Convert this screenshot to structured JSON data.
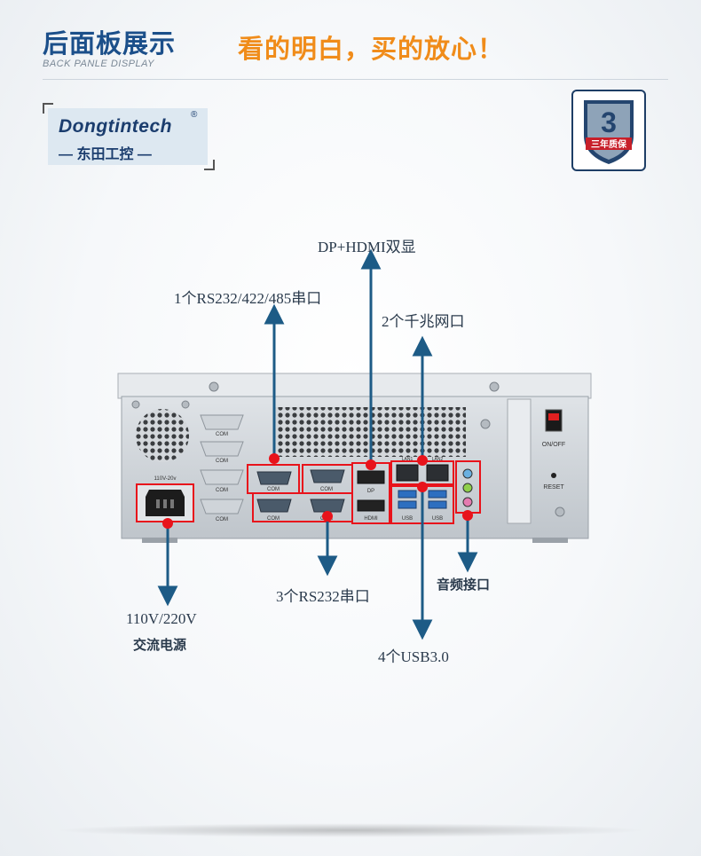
{
  "header": {
    "title_cn": "后面板展示",
    "title_en": "BACK PANLE DISPLAY",
    "slogan": "看的明白，买的放心！"
  },
  "logo": {
    "brand": "Dongtintech",
    "registered": "®",
    "cn_name": "— 东田工控 —"
  },
  "warranty_badge": {
    "number": "3",
    "text": "三年质保"
  },
  "callouts": {
    "display": "DP+HDMI双显",
    "serial_top": "1个RS232/422/485串口",
    "lan": "2个千兆网口",
    "serial_bottom": "3个RS232串口",
    "audio": "音频接口",
    "power_line1": "110V/220V",
    "power_line2": "交流电源",
    "usb": "4个USB3.0"
  },
  "panel_labels": {
    "com": "COM",
    "voltage": "110V-20v",
    "dp": "DP",
    "hdmi": "HDMI",
    "usb": "USB",
    "lan1": "LAN1",
    "lan2": "LAN2",
    "on_off": "ON/OFF",
    "reset": "RESET"
  },
  "colors": {
    "title_blue": "#1b4f8a",
    "slogan_orange": "#f08c1a",
    "arrow_blue": "#1d5b86",
    "highlight_red": "#e8131b",
    "chassis": "#c9ced3"
  }
}
